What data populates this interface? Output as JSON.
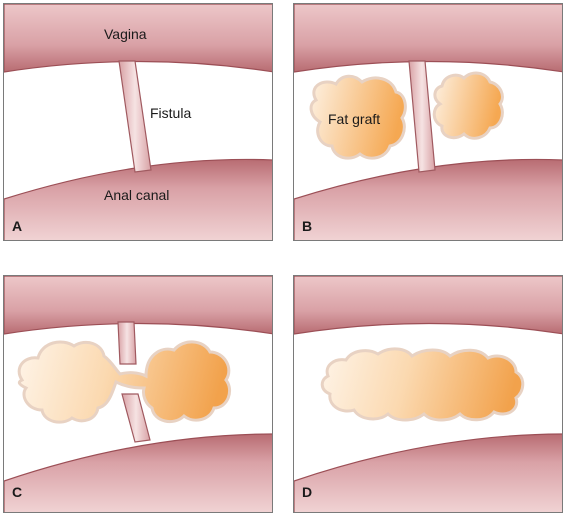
{
  "panels": [
    {
      "letter": "A",
      "labels": {
        "vagina": "Vagina",
        "fistula": "Fistula",
        "anal_canal": "Anal canal"
      }
    },
    {
      "letter": "B",
      "labels": {
        "fat_graft": "Fat graft"
      }
    },
    {
      "letter": "C"
    },
    {
      "letter": "D"
    }
  ],
  "colors": {
    "tissue": "#d9a3a8",
    "tissue_dark": "#a8595f",
    "tissue_light": "#f3d7d8",
    "fat_light": "#fdf0e1",
    "fat_dark": "#f3a24a",
    "fat_outline": "#e8d2c3",
    "frame": "#7a7a7a"
  }
}
